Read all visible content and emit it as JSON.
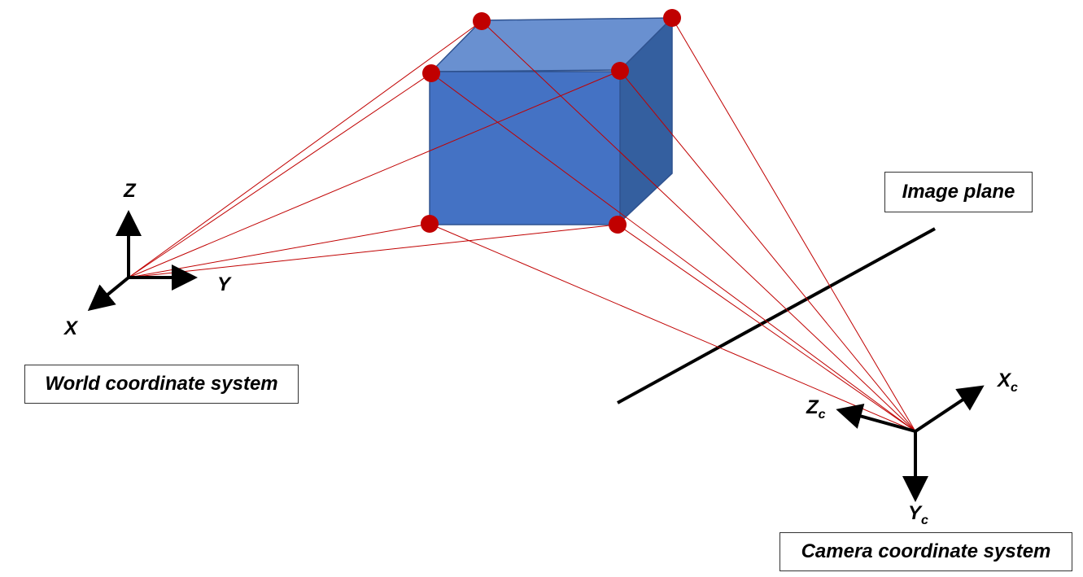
{
  "colors": {
    "cube_front": "#4472c4",
    "cube_top": "#6990d0",
    "cube_side": "#345f9f",
    "cube_edge": "#2f528f",
    "ray": "#c00000",
    "vertex": "#c00000",
    "axis": "#000000"
  },
  "labels": {
    "world_system": "World coordinate system",
    "image_plane": "Image plane",
    "camera_system": "Camera coordinate system"
  },
  "world_axes": {
    "z": "Z",
    "y": "Y",
    "x": "X"
  },
  "camera_axes": {
    "x": "X",
    "x_sub": "c",
    "y": "Y",
    "y_sub": "c",
    "z": "Z",
    "z_sub": "c"
  }
}
